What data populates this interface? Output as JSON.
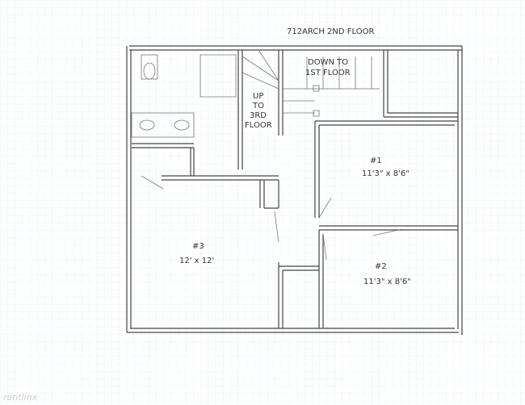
{
  "title": "712ARCH  2ND FLOOR",
  "stairs_down": {
    "line1": "DOWN TO",
    "line2": "1ST FLOOR"
  },
  "stairs_up": {
    "line1": "UP",
    "line2": "TO",
    "line3": "3RD",
    "line4": "FLOOR"
  },
  "rooms": [
    {
      "label": "#1",
      "size": "11'3\" x 8'6\""
    },
    {
      "label": "#2",
      "size": "11'3\" x 8'6\""
    },
    {
      "label": "#3",
      "size": "12' x 12'"
    }
  ],
  "watermark": "rentlinx",
  "colors": {
    "grid": "#cfe6ee",
    "ink": "#444444"
  }
}
